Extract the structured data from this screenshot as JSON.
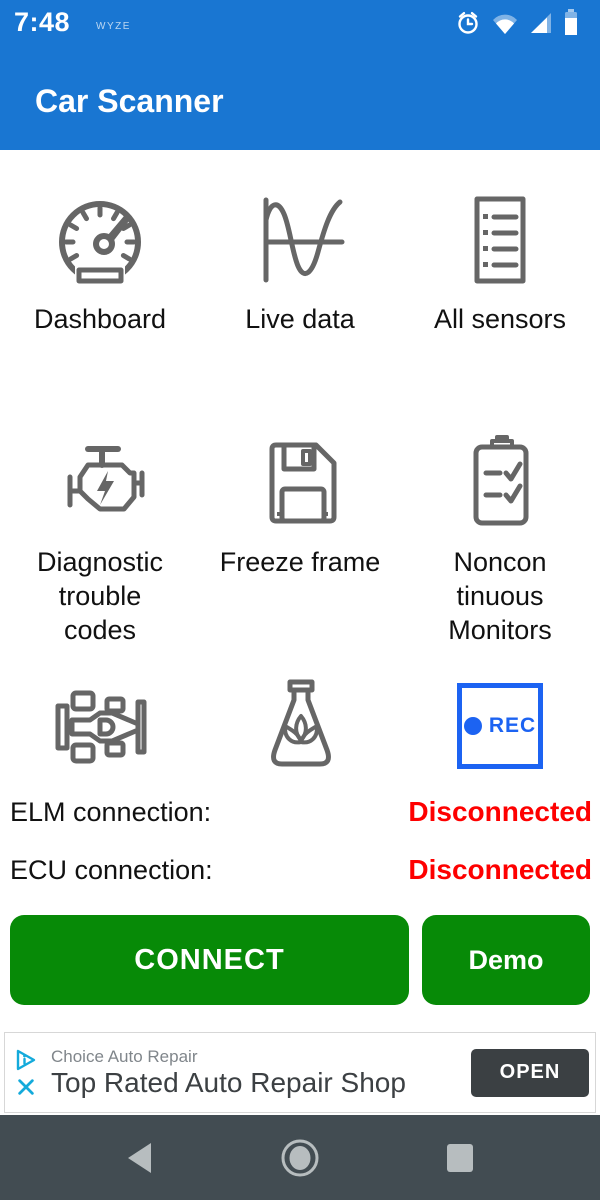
{
  "status_bar": {
    "time": "7:48",
    "carrier": "WYZE"
  },
  "header": {
    "title": "Car Scanner"
  },
  "grid": {
    "items": [
      {
        "name": "dashboard",
        "icon": "speedometer-icon",
        "label": "Dashboard"
      },
      {
        "name": "live-data",
        "icon": "waveform-icon",
        "label": "Live data"
      },
      {
        "name": "all-sensors",
        "icon": "sensor-list-icon",
        "label": "All sensors"
      },
      {
        "name": "diagnostic-trouble-codes",
        "icon": "engine-icon",
        "label": "Diagnostic\ntrouble\ncodes"
      },
      {
        "name": "freeze-frame",
        "icon": "floppy-disk-icon",
        "label": "Freeze frame"
      },
      {
        "name": "noncontinuous-monitors",
        "icon": "clipboard-checks-icon",
        "label": "Noncon\ntinuous\nMonitors"
      },
      {
        "name": "race",
        "icon": "race-car-icon",
        "label": ""
      },
      {
        "name": "experiments",
        "icon": "flask-icon",
        "label": ""
      },
      {
        "name": "recording",
        "icon": "rec-icon",
        "label": "",
        "rec_text": "REC"
      }
    ]
  },
  "connection": {
    "elm_label": "ELM connection:",
    "elm_status": "Disconnected",
    "ecu_label": "ECU connection:",
    "ecu_status": "Disconnected"
  },
  "actions": {
    "connect": "CONNECT",
    "demo": "Demo"
  },
  "ad": {
    "advertiser": "Choice Auto Repair",
    "headline": "Top Rated Auto Repair Shop",
    "cta": "OPEN"
  },
  "colors": {
    "app_bar_blue": "#1976d2",
    "status_red": "#fe0000",
    "button_green": "#078a07",
    "rec_blue": "#1c63f2",
    "icon_gray": "#666666",
    "nav_bar_bg": "#424c52",
    "ad_cta_bg": "#3b4043",
    "adchoices_cyan": "#14aadb"
  }
}
